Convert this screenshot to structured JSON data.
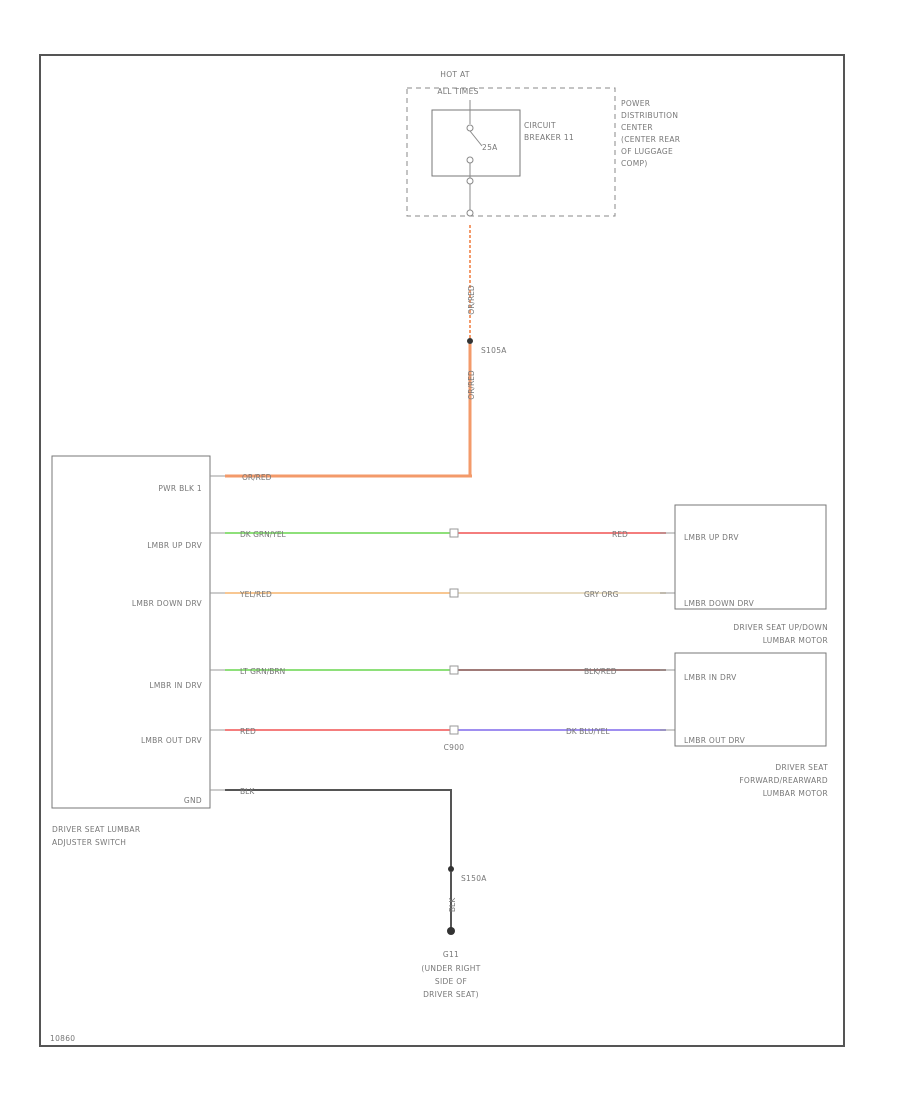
{
  "page_code": "10860",
  "power_dist": {
    "hot_label": [
      "HOT AT",
      "ALL TIMES"
    ],
    "breaker_label": [
      "CIRCUIT",
      "BREAKER 11"
    ],
    "breaker_rating": "25A",
    "center_label": [
      "POWER",
      "DISTRIBUTION",
      "CENTER",
      "(CENTER REAR",
      "OF LUGGAGE",
      "COMP)"
    ]
  },
  "splices": {
    "power": "S105A",
    "ground": "S150A"
  },
  "connector_label": "C900",
  "switch": {
    "pins": [
      "PWR BLK 1",
      "LMBR UP DRV",
      "LMBR DOWN DRV",
      "LMBR IN DRV",
      "LMBR OUT DRV",
      "GND"
    ],
    "label": [
      "DRIVER SEAT LUMBAR",
      "ADJUSTER SWITCH"
    ]
  },
  "wires": {
    "feed_upper": "OR/RED",
    "feed_lower": "OR/RED",
    "pwr": "OR/RED",
    "up_left": "DK GRN/YEL",
    "up_right": "RED",
    "down_left": "YEL/RED",
    "down_right": "GRY ORG",
    "in_left": "LT GRN/BRN",
    "in_right": "BLK/RED",
    "out_left": "RED",
    "out_right": "DK BLU/YEL",
    "gnd_left": "BLK",
    "gnd_drop": "BLK"
  },
  "motor_updown": {
    "pins": [
      "LMBR UP DRV",
      "LMBR DOWN DRV"
    ],
    "label": [
      "DRIVER SEAT UP/DOWN",
      "LUMBAR MOTOR"
    ]
  },
  "motor_fwdrwd": {
    "pins": [
      "LMBR IN DRV",
      "LMBR OUT DRV"
    ],
    "label": [
      "DRIVER SEAT",
      "FORWARD/REARWARD",
      "LUMBAR MOTOR"
    ]
  },
  "ground": {
    "name": "G11",
    "label": [
      "(UNDER RIGHT",
      "SIDE OF",
      "DRIVER SEAT)"
    ]
  },
  "colors": {
    "orange": "#f39a6a",
    "green": "#8ee07a",
    "red": "#f47d7d",
    "yellow_orange": "#f8c792",
    "beige": "#e8dcc2",
    "brown": "#a07a78",
    "violet": "#9f8ef0",
    "black": "#555555"
  }
}
